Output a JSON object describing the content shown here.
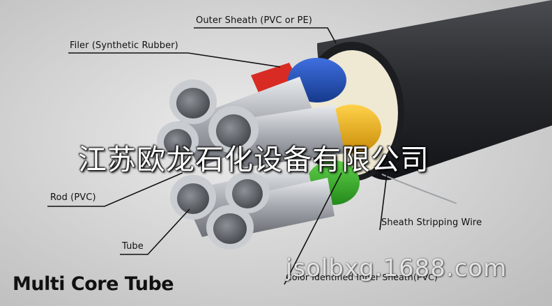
{
  "labels": {
    "outer_sheath": "Outer Sheath (PVC or PE)",
    "filler": "Filer (Synthetic Rubber)",
    "rod": "Rod (PVC)",
    "tube": "Tube",
    "stripping_wire": "Sheath Stripping Wire",
    "inner_sheath": "Color Identified Inner Sheath(PVC)"
  },
  "title": "Multi Core Tube",
  "watermark": {
    "company": "江苏欧龙石化设备有限公司",
    "site": "jsolbxg.1688.com"
  },
  "colors": {
    "background": "#d4d4d4",
    "outer_sheath": "#2e2f33",
    "inner_sheath": "#f1ecd6",
    "filler_red": "#d82b23",
    "sheath_blue": "#1f4fb4",
    "sheath_yellow": "#f2b51c",
    "sheath_green": "#3cae2f",
    "tube_silver": "#b9bcc0"
  }
}
